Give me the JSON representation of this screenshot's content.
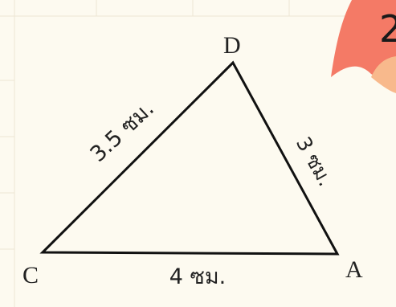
{
  "diagram": {
    "vertices": {
      "D": "D",
      "A": "A",
      "C": "C"
    },
    "sides": {
      "CD": "3.5 ซม.",
      "DA": "3 ซม.",
      "CA": "4 ซม."
    },
    "line_color": "#111111",
    "text_color": "#222222"
  },
  "decoration": {
    "corner_glyph": "2",
    "colors": {
      "background": "#fdfaf0",
      "grid": "#ede6d4",
      "flame_outer": "#f47a66",
      "flame_inner": "#f8b98c"
    }
  }
}
